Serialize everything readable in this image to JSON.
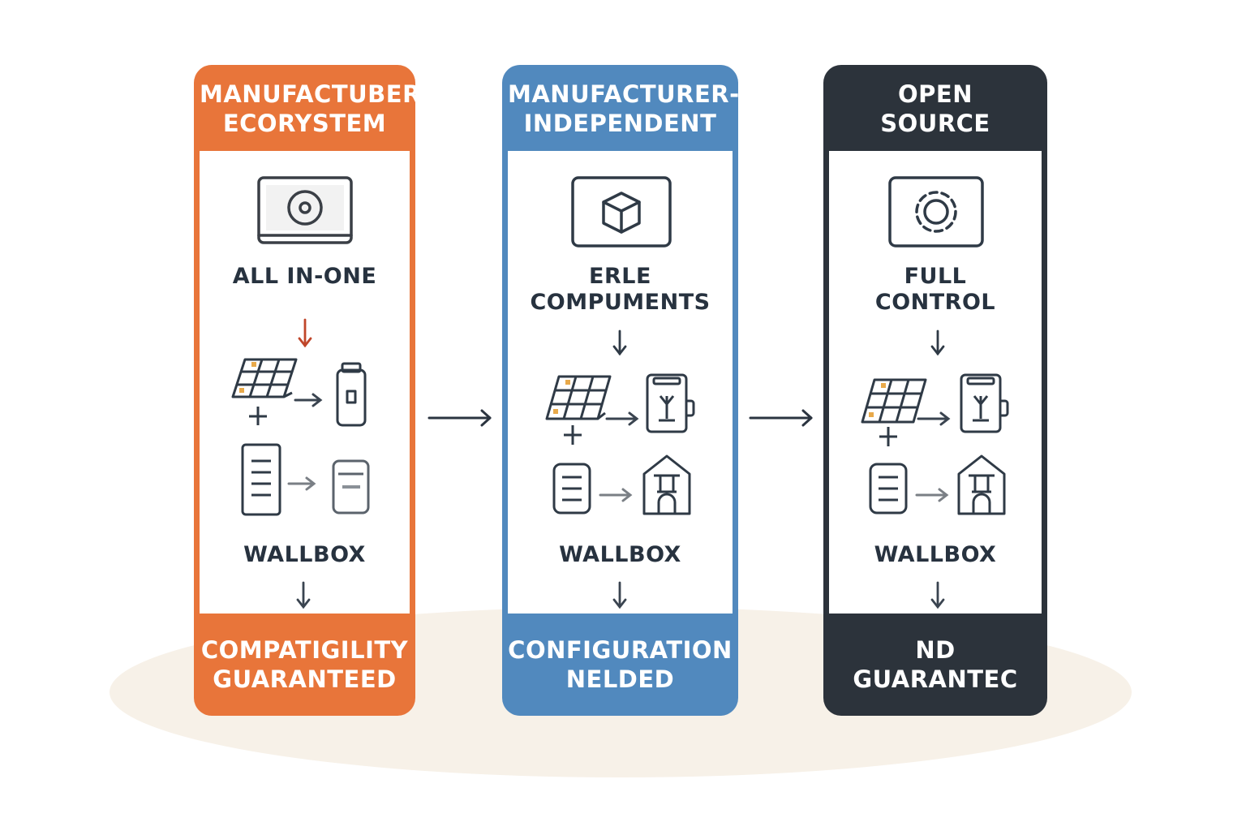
{
  "panels": [
    {
      "id": "manufacturer-ecosystem",
      "title_line1": "MANUFACTUBER",
      "title_line2": "ECORYSTEM",
      "feature_line1": "ALL IN-ONE",
      "feature_line2": "",
      "device_label": "WALLBOX",
      "footer_line1": "COMPATIGILITY",
      "footer_line2": "GUARANTEED",
      "color": "#e8753a",
      "icon": "screen-icon"
    },
    {
      "id": "manufacturer-independent",
      "title_line1": "MANUFACTURER-",
      "title_line2": "INDEPENDENT",
      "feature_line1": "ERLE",
      "feature_line2": "COMPUMENTS",
      "device_label": "WALLBOX",
      "footer_line1": "CONFIGURATION",
      "footer_line2": "NELDED",
      "color": "#5189be",
      "icon": "cube-icon"
    },
    {
      "id": "open-source",
      "title_line1": "OPEN",
      "title_line2": "SOURCE",
      "feature_line1": "FULL",
      "feature_line2": "CONTROL",
      "device_label": "WALLBOX",
      "footer_line1": "ND",
      "footer_line2": "GUARANTEC",
      "color": "#2c333b",
      "icon": "gear-icon"
    }
  ],
  "colors": {
    "ink": "#27323f",
    "accent_arrow": "#c0462a",
    "arrow_gray": "#7a7f85",
    "floor": "#f7f1e8"
  }
}
